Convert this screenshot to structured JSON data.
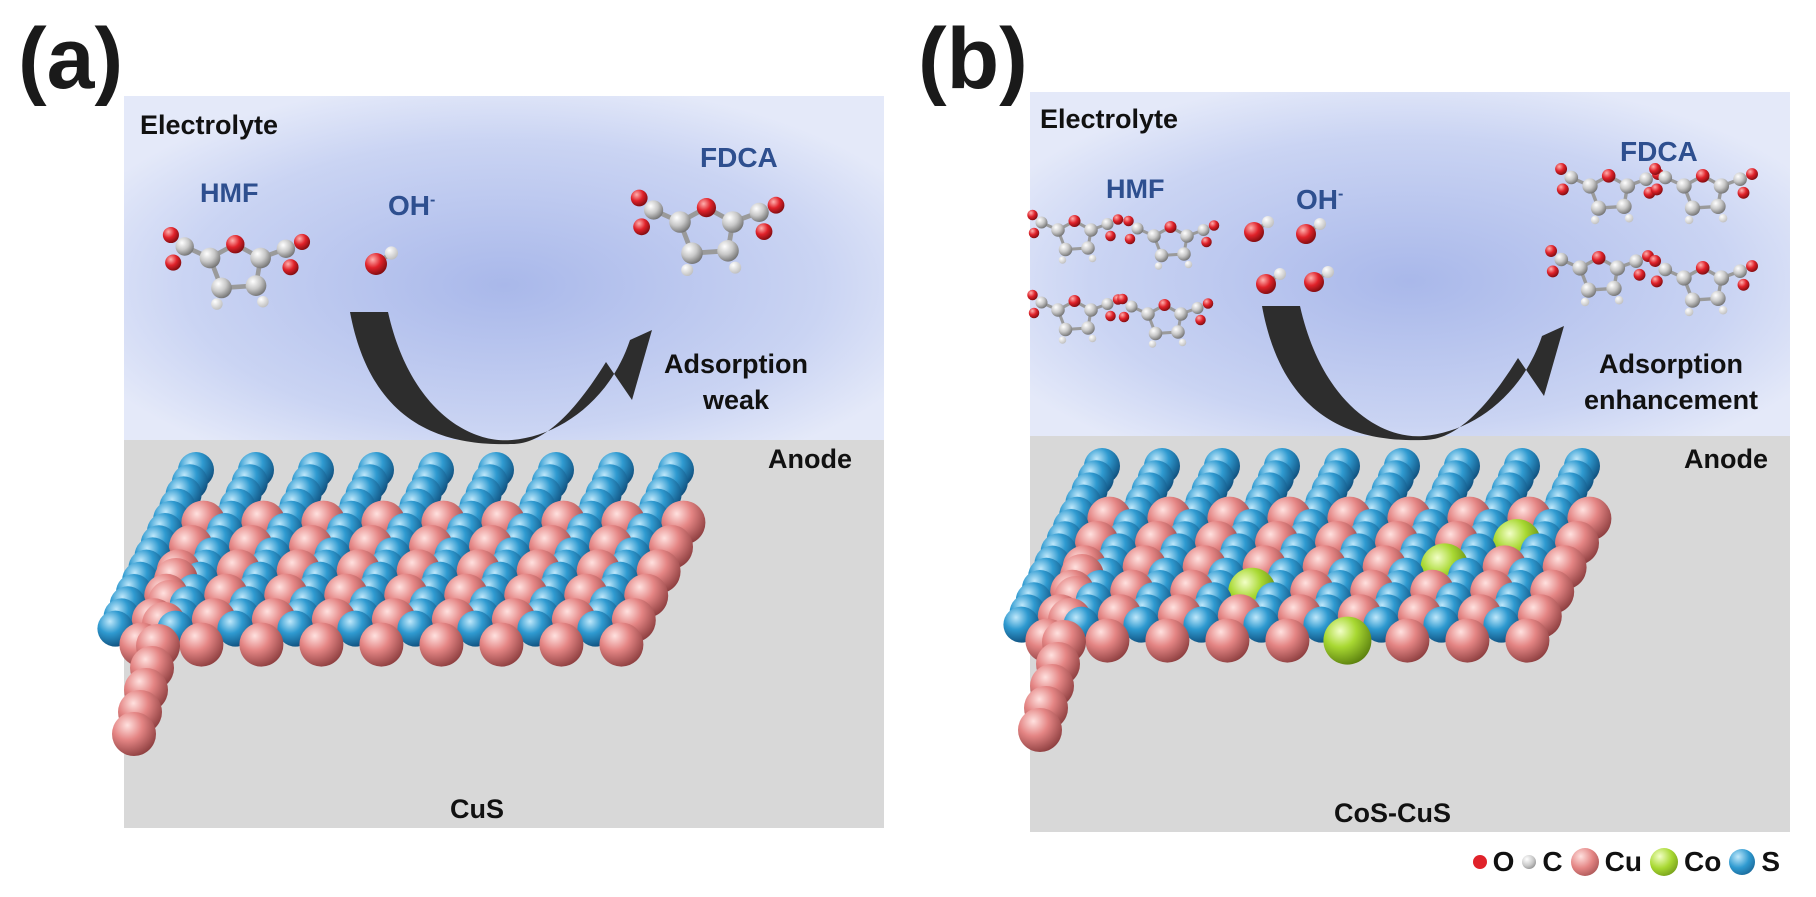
{
  "panels": {
    "a": {
      "label": "(a)",
      "electrolyte": "Electrolyte",
      "reactant": "HMF",
      "oh_base": "OH",
      "oh_sup": "-",
      "product": "FDCA",
      "adsorption_line1": "Adsorption",
      "adsorption_line2": "weak",
      "anode": "Anode",
      "material": "CuS"
    },
    "b": {
      "label": "(b)",
      "electrolyte": "Electrolyte",
      "reactant": "HMF",
      "oh_base": "OH",
      "oh_sup": "-",
      "product": "FDCA",
      "adsorption_line1": "Adsorption",
      "adsorption_line2": "enhancement",
      "anode": "Anode",
      "material": "CoS-CuS"
    }
  },
  "legend": [
    {
      "symbol": "O",
      "color": "#e0222a"
    },
    {
      "symbol": "C",
      "color": "#c8c8c8"
    },
    {
      "symbol": "Cu",
      "color": "#e48584"
    },
    {
      "symbol": "Co",
      "color": "#a8d832"
    },
    {
      "symbol": "S",
      "color": "#2f9ad0"
    }
  ],
  "colors": {
    "accent": "#2e4f8f",
    "electrolyte": "#c9d3f2",
    "anode_bg": "#d8d8d8",
    "arrow": "#2d2d2d"
  }
}
